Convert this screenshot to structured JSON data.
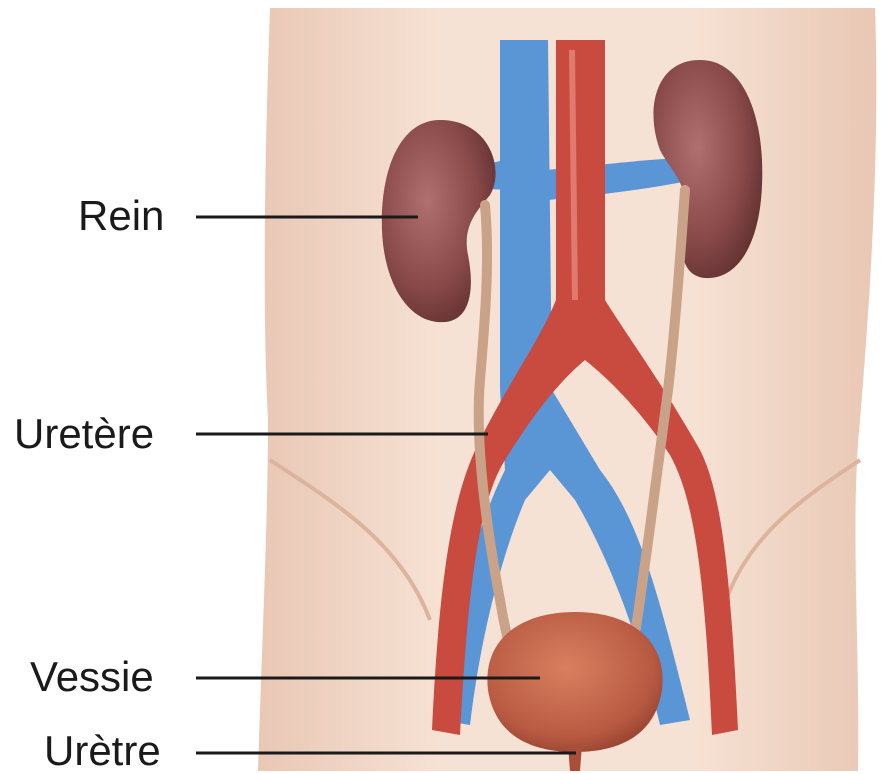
{
  "labels": {
    "rein": "Rein",
    "uretere": "Uretère",
    "vessie": "Vessie",
    "uretre": "Urètre"
  },
  "colors": {
    "skin": "#f3dccd",
    "skin_shadow": "#e7c2ad",
    "vein": "#5a96d6",
    "artery": "#c94a3e",
    "kidney": "#8a4a4a",
    "bladder": "#b85a42",
    "ureter": "#caa288",
    "leader_line": "#1a1a1a"
  }
}
